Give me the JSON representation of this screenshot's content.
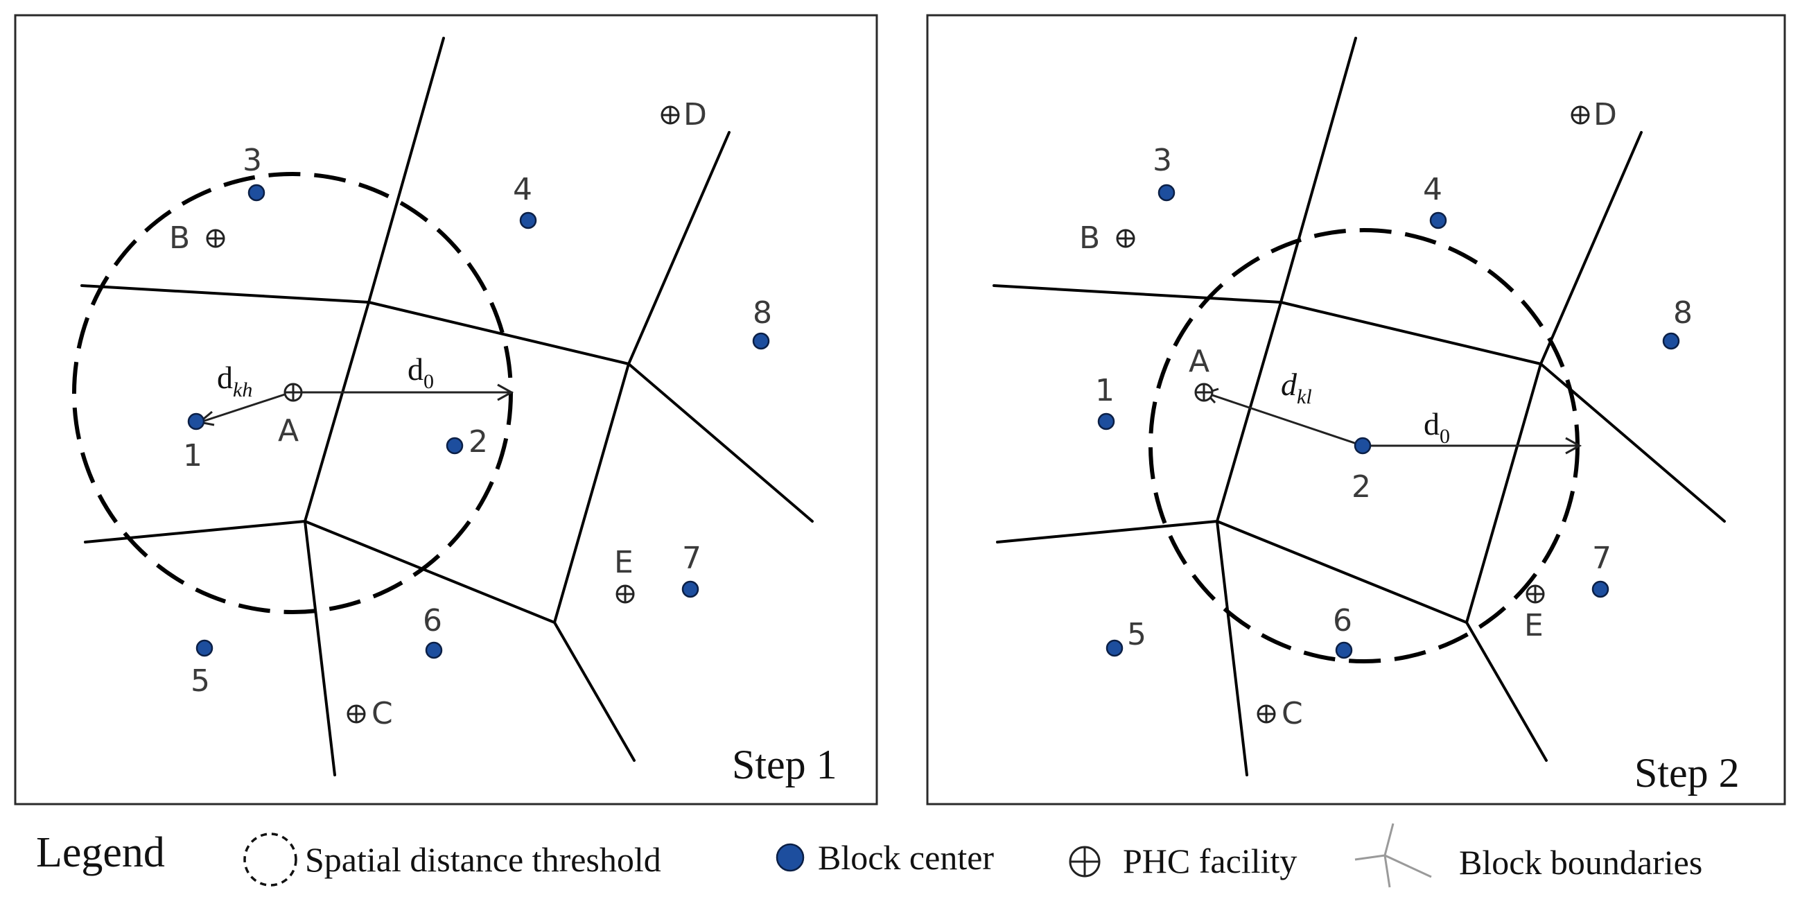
{
  "panels": [
    {
      "step_label": "Step 1",
      "blocks": [
        "1",
        "2",
        "3",
        "4",
        "5",
        "6",
        "7",
        "8"
      ],
      "facilities": [
        "A",
        "B",
        "C",
        "D",
        "E"
      ],
      "distance_label": {
        "base": "d",
        "sub": "kh"
      },
      "threshold_label": {
        "base": "d",
        "sub": "0"
      }
    },
    {
      "step_label": "Step 2",
      "blocks": [
        "1",
        "2",
        "3",
        "4",
        "5",
        "6",
        "7",
        "8"
      ],
      "facilities": [
        "A",
        "B",
        "C",
        "D",
        "E"
      ],
      "distance_label": {
        "base": "d",
        "sub": "kl"
      },
      "threshold_label": {
        "base": "d",
        "sub": "0"
      }
    }
  ],
  "legend": {
    "title": "Legend",
    "threshold": "Spatial distance threshold",
    "block_center": "Block center",
    "facility": "PHC facility",
    "boundaries": "Block boundaries"
  },
  "colors": {
    "block_center": "#1d4e9e",
    "outline": "#000000"
  }
}
